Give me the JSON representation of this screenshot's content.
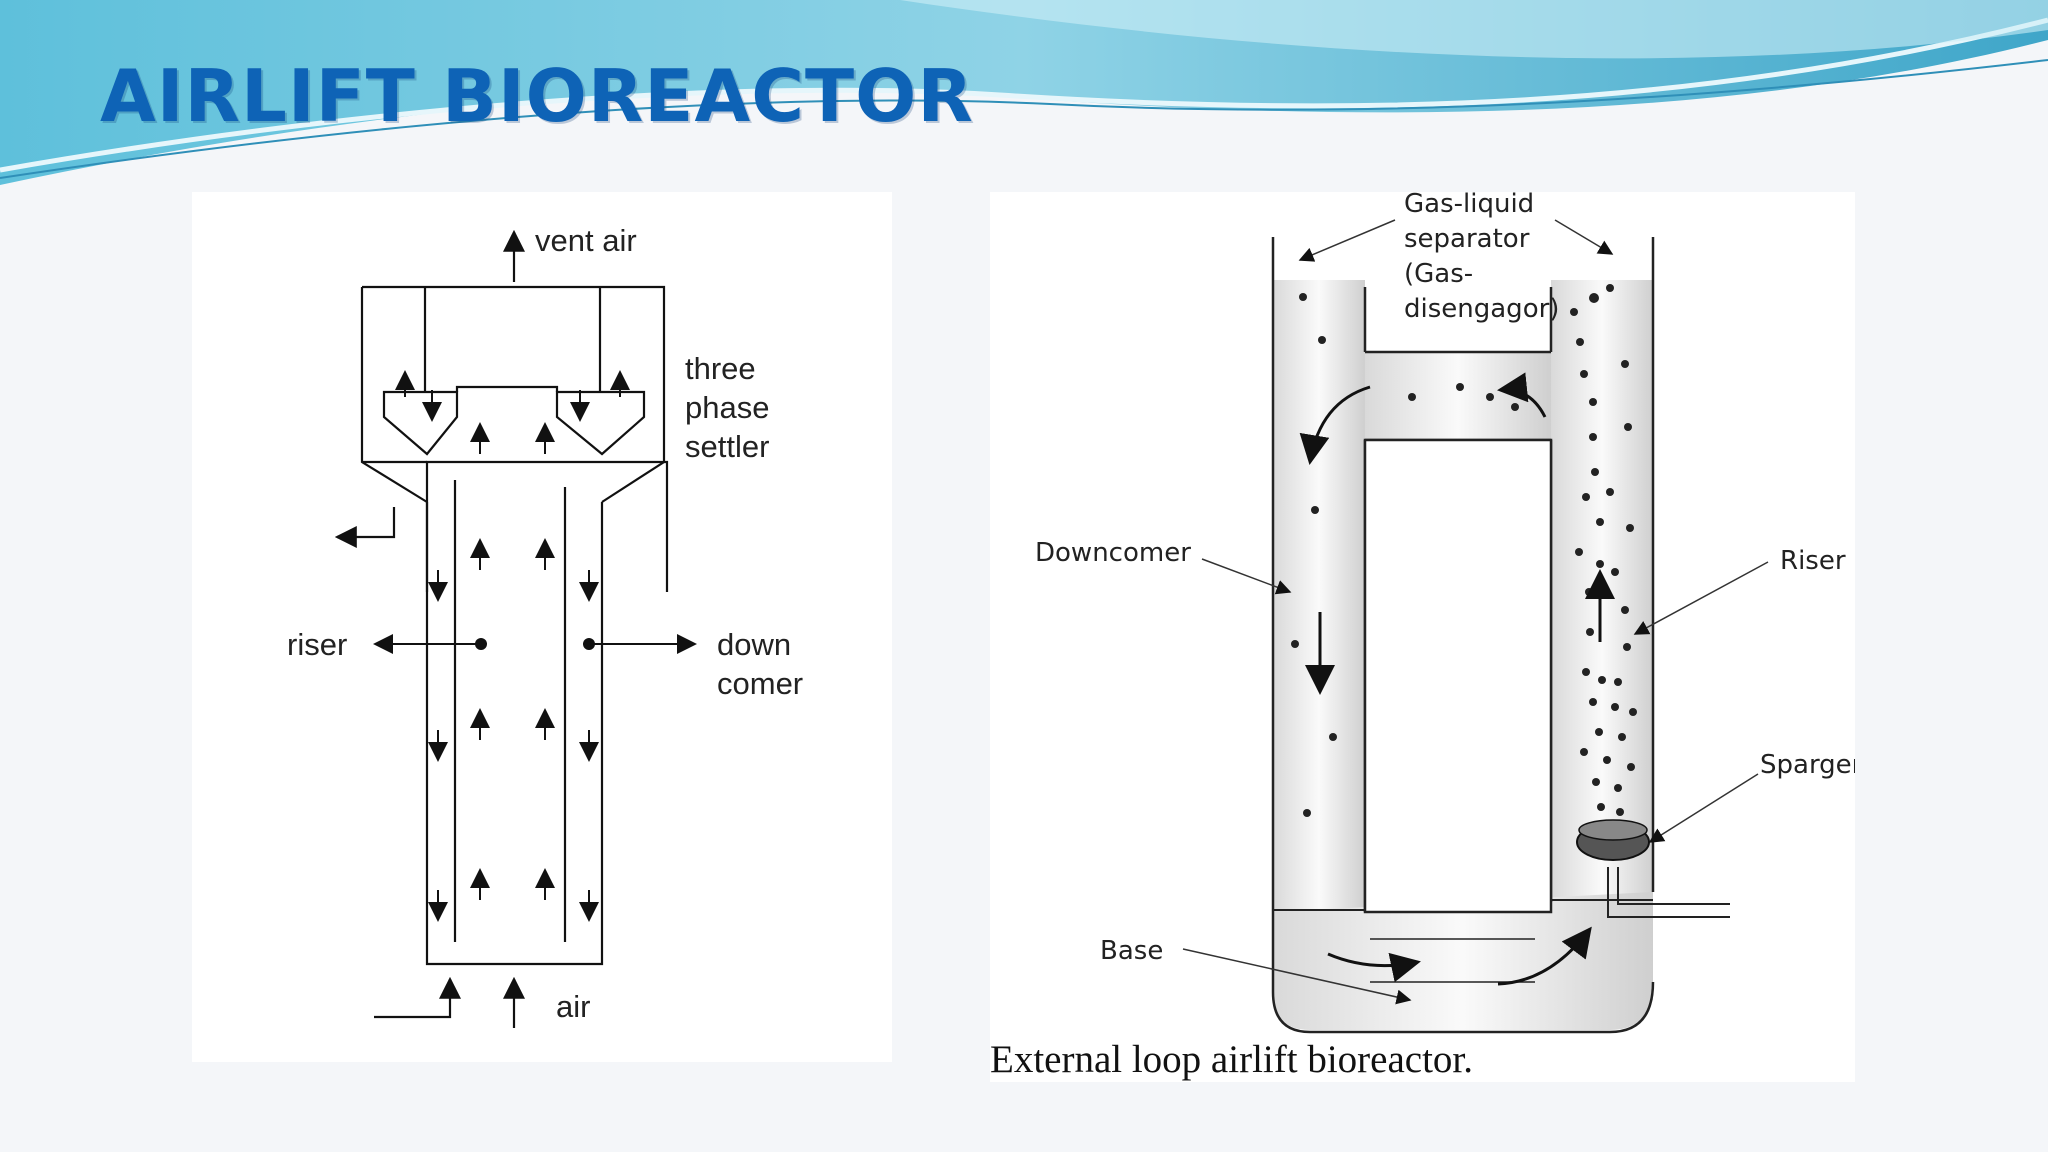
{
  "slide": {
    "title": "AIRLIFT BIOREACTOR"
  },
  "left_diagram": {
    "labels": {
      "vent_air": "vent air",
      "three_phase_settler": [
        "three",
        "phase",
        "settler"
      ],
      "riser": "riser",
      "downcomer": [
        "down",
        "comer"
      ],
      "air": "air"
    }
  },
  "right_diagram": {
    "labels": {
      "gas_liquid_separator": [
        "Gas-liquid",
        "separator",
        "(Gas-",
        "disengagor)"
      ],
      "downcomer": "Downcomer",
      "riser": "Riser",
      "sparger": "Sparger",
      "base": "Base"
    },
    "caption": "External loop airlift bioreactor."
  },
  "colors": {
    "title": "#0e63b6",
    "wave_dark": "#3fa6c9",
    "wave_light": "#8fd3e6"
  }
}
